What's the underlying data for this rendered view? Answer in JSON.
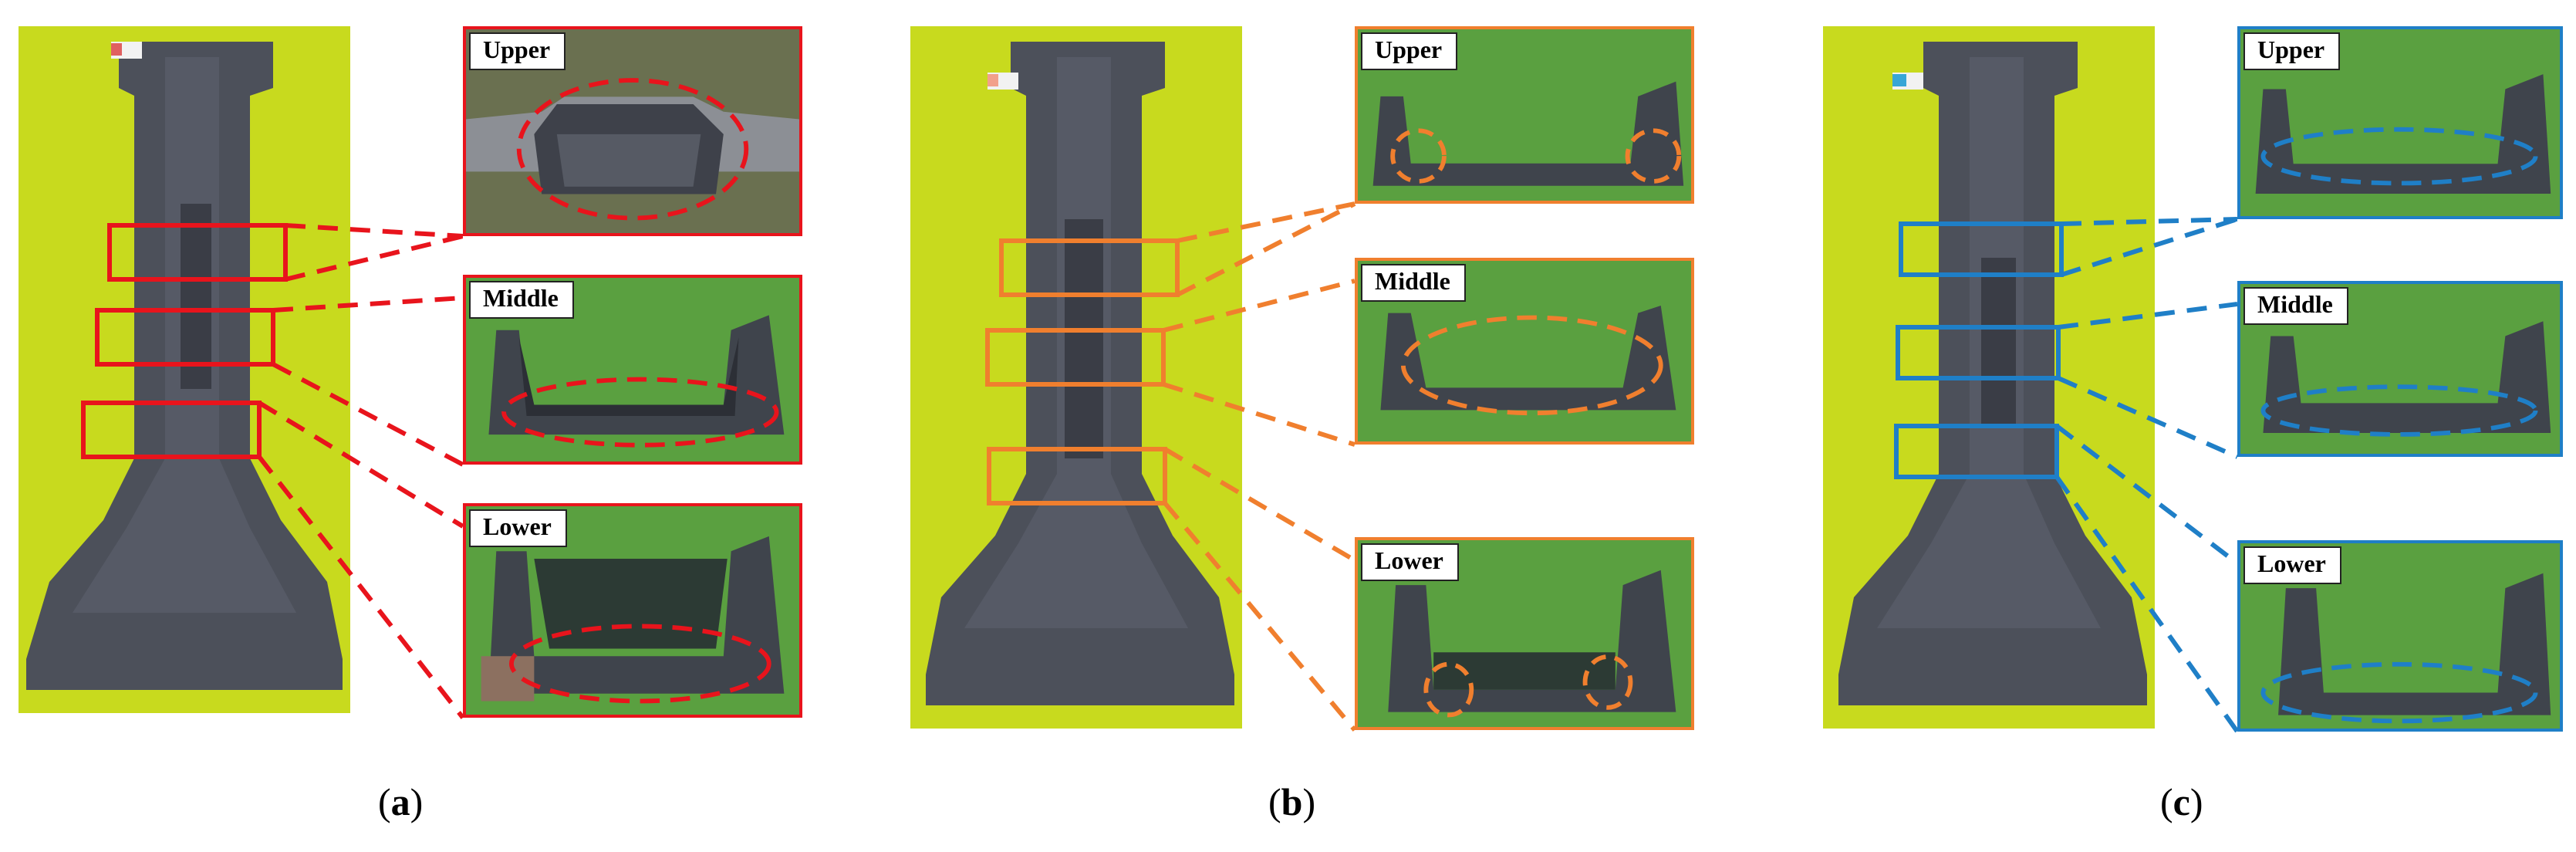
{
  "panels": [
    {
      "id": "a",
      "accent": "#e8141c",
      "caption_letter": "a",
      "insets": [
        {
          "label": "Upper"
        },
        {
          "label": "Middle"
        },
        {
          "label": "Lower"
        }
      ]
    },
    {
      "id": "b",
      "accent": "#f07f2e",
      "caption_letter": "b",
      "insets": [
        {
          "label": "Upper"
        },
        {
          "label": "Middle"
        },
        {
          "label": "Lower"
        }
      ]
    },
    {
      "id": "c",
      "accent": "#1f7fc7",
      "caption_letter": "c",
      "insets": [
        {
          "label": "Upper"
        },
        {
          "label": "Middle"
        },
        {
          "label": "Lower"
        }
      ]
    }
  ],
  "colors": {
    "background_green": "#c8da1e",
    "inset_green": "#7cc24a",
    "part_gray": "#4a4d57"
  }
}
